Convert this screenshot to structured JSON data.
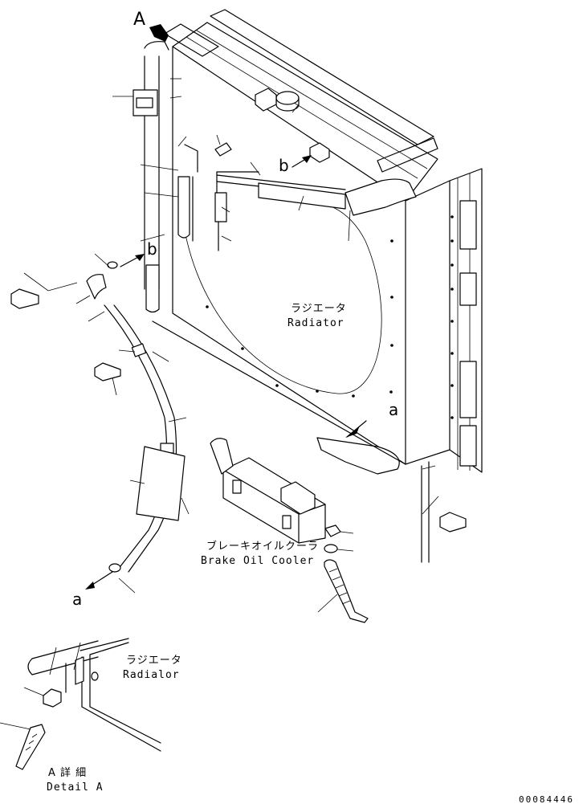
{
  "labels": {
    "detail_marker": "A",
    "route_b_upper": "b",
    "route_b_lower": "b",
    "route_a_right": "a",
    "route_a_left": "a",
    "radiator_jp": "ラジエータ",
    "radiator_en": "Radiator",
    "brake_cooler_jp": "ブレーキオイルクーラ",
    "brake_cooler_en": "Brake Oil Cooler",
    "detail_radiator_jp": "ラジエータ",
    "detail_radiator_en": "Radialor",
    "detail_title_jp": "A 詳 細",
    "detail_title_en": "Detail A",
    "drawing_number": "00084446"
  }
}
